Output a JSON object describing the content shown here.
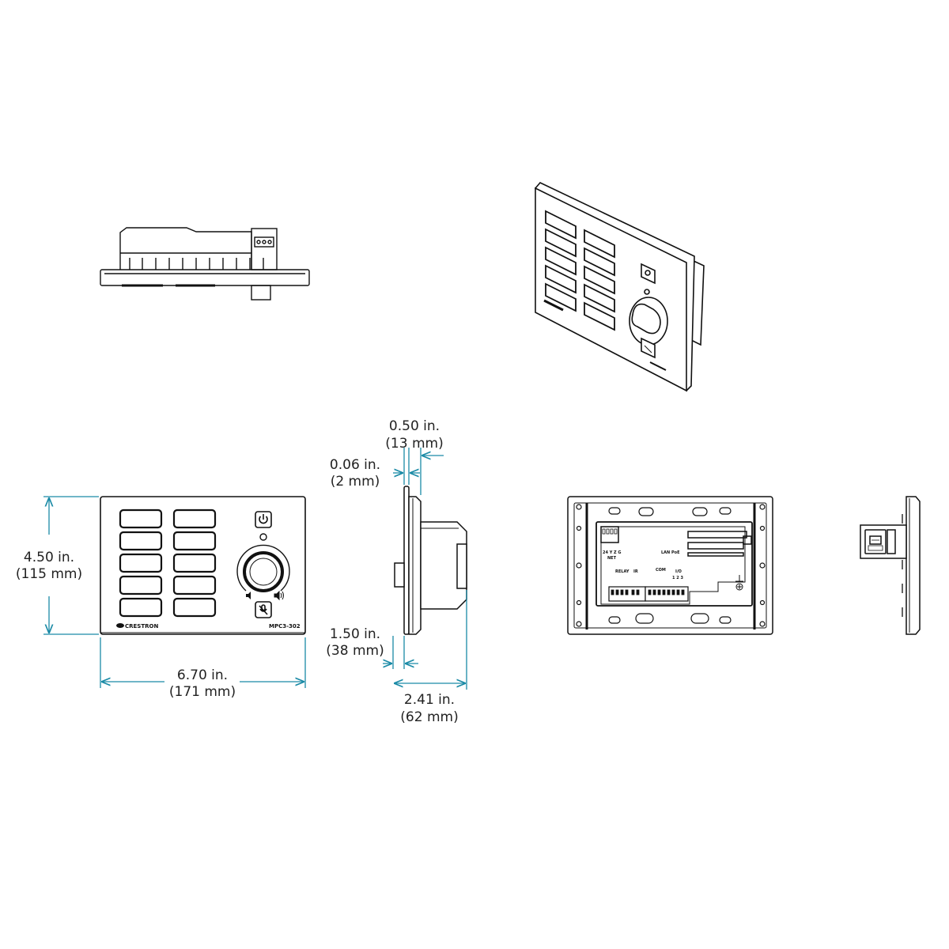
{
  "colors": {
    "dimension": "#1a8aa6",
    "line": "#111111",
    "text": "#222222"
  },
  "front_view": {
    "logo_text": "CRESTRON",
    "model_text": "MPC3-302",
    "power_icon": "power-icon",
    "mute_icon": "mute-icon",
    "volume_down_icon": "volume-down-icon",
    "volume_up_icon": "volume-up-icon"
  },
  "rear_view": {
    "labels": {
      "net_pins": "24 Y Z G",
      "net": "NET",
      "lan": "LAN PoE",
      "relay": "RELAY",
      "ir": "IR",
      "com": "COM",
      "io": "I/O",
      "io_pins": "1 2 3"
    }
  },
  "dimensions": {
    "height": {
      "inches": "4.50 in.",
      "mm": "(115 mm)"
    },
    "width": {
      "inches": "6.70 in.",
      "mm": "(171 mm)"
    },
    "faceplate": {
      "inches": "0.06 in.",
      "mm": "(2 mm)"
    },
    "bezel": {
      "inches": "0.50 in.",
      "mm": "(13 mm)"
    },
    "depth_behind": {
      "inches": "1.50 in.",
      "mm": "(38 mm)"
    },
    "total_depth": {
      "inches": "2.41 in.",
      "mm": "(62 mm)"
    }
  }
}
